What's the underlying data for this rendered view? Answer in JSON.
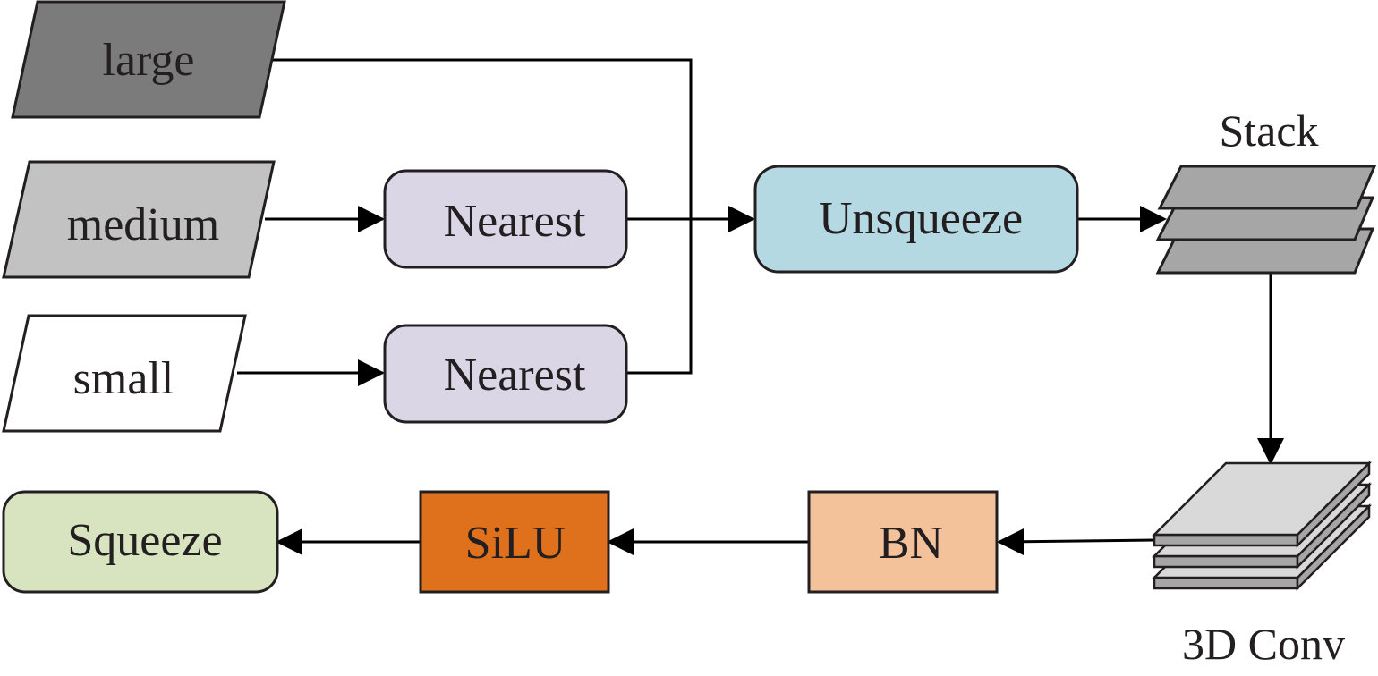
{
  "inputs": {
    "large": "large",
    "medium": "medium",
    "small": "small"
  },
  "nodes": {
    "nearest_1": "Nearest",
    "nearest_2": "Nearest",
    "unsqueeze": "Unsqueeze",
    "stack": "Stack",
    "conv3d": "3D Conv",
    "bn": "BN",
    "silu": "SiLU",
    "squeeze": "Squeeze"
  },
  "colors": {
    "large": "#7b7b7b",
    "medium": "#c2c2c2",
    "small": "#ffffff",
    "nearest": "#dbd6e6",
    "unsqueeze": "#b5d9e3",
    "stack_layer": "#a6a6a6",
    "conv_layer": "#d9d9d9",
    "bn": "#f4c29a",
    "silu": "#e0711c",
    "squeeze": "#d7e4bf",
    "stroke": "#231f20"
  }
}
